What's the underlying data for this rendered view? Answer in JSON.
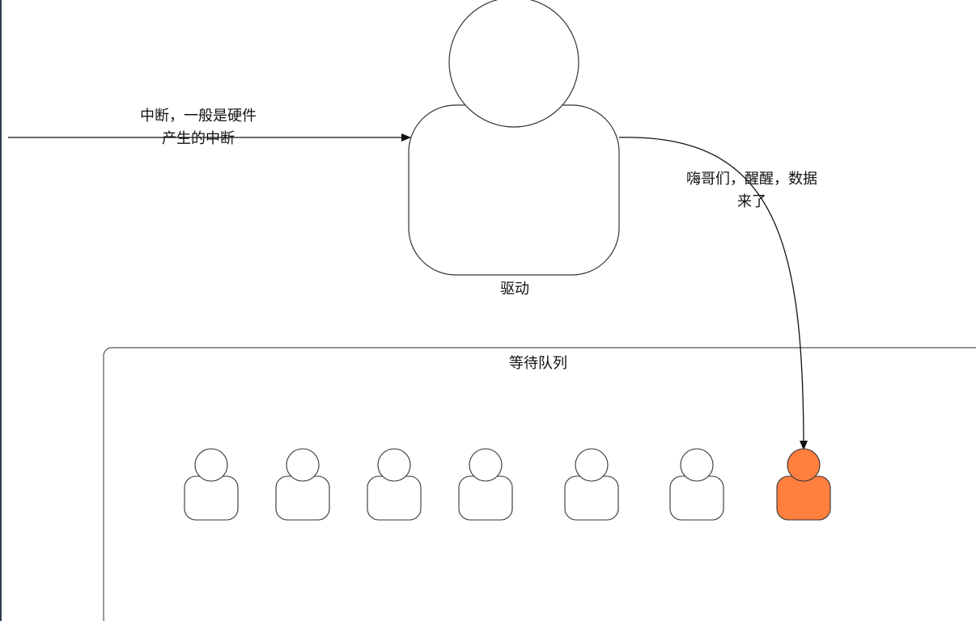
{
  "diagram": {
    "interrupt_label_line1": "中断，一般是硬件",
    "interrupt_label_line2": "产生的中断",
    "driver_label": "驱动",
    "wake_label_line1": "嗨哥们，醒醒，数据",
    "wake_label_line2": "来了",
    "queue_title": "等待队列",
    "waiting_people": [
      {
        "id": 1,
        "state": "waiting"
      },
      {
        "id": 2,
        "state": "waiting"
      },
      {
        "id": 3,
        "state": "waiting"
      },
      {
        "id": 4,
        "state": "waiting"
      },
      {
        "id": 5,
        "state": "waiting"
      },
      {
        "id": 6,
        "state": "waiting"
      },
      {
        "id": 7,
        "state": "woken"
      }
    ]
  },
  "colors": {
    "stroke": "#333333",
    "person_fill": "#ffffff",
    "highlight_fill": "#ff7f3f",
    "edge_bar": "#2f3d4c"
  }
}
